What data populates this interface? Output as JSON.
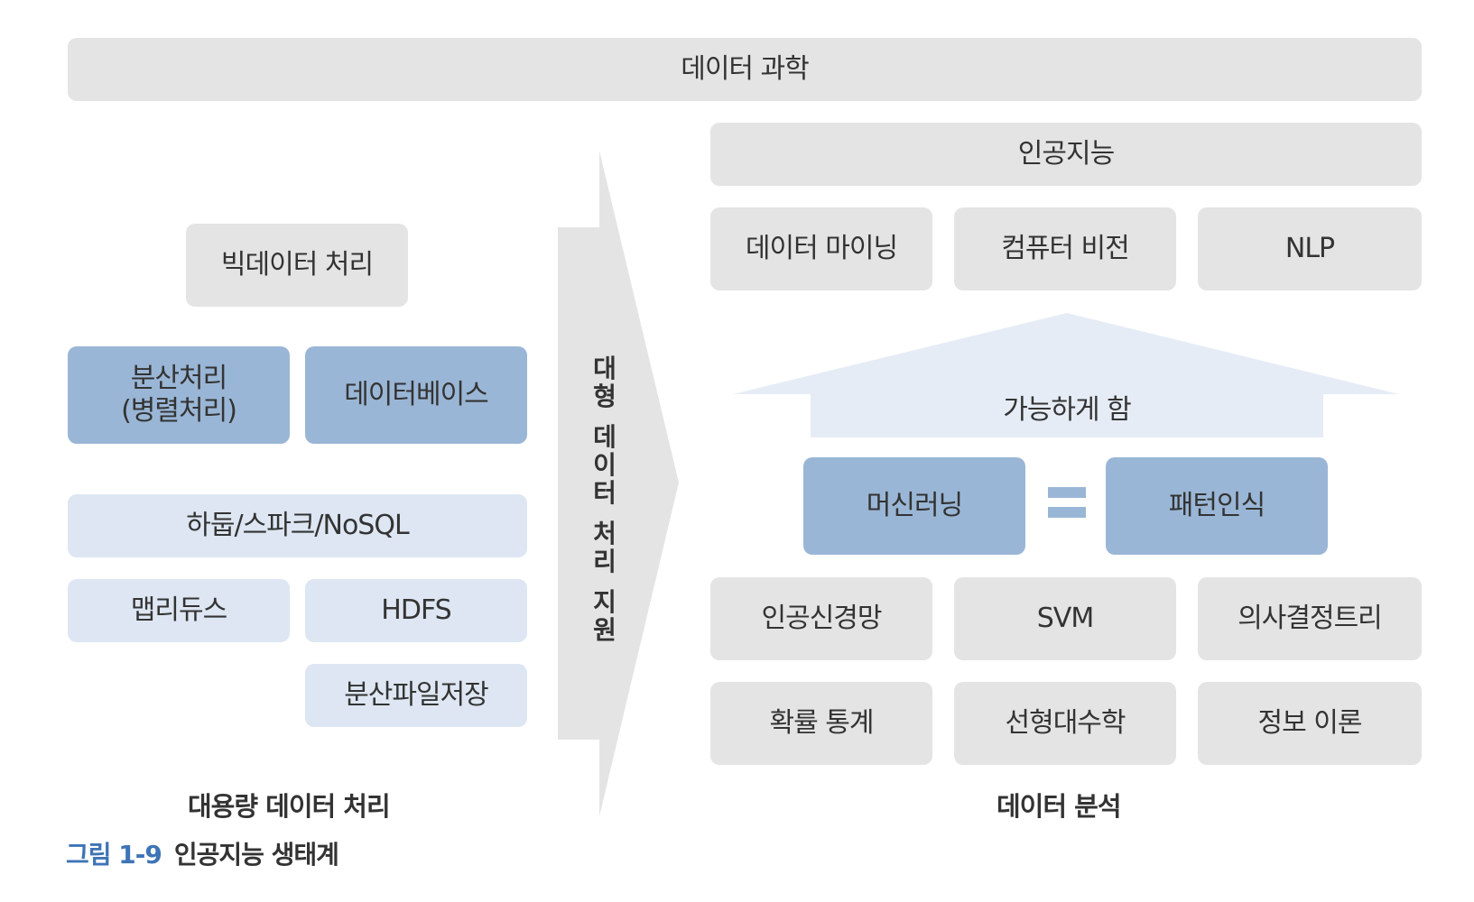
{
  "top_banner": "데이터 과학",
  "left": {
    "bigdata": "빅데이터 처리",
    "distributed": "분산처리\n(병렬처리)",
    "database": "데이터베이스",
    "hadoop": "하둡/스파크/NoSQL",
    "mapreduce": "맵리듀스",
    "hdfs": "HDFS",
    "dfs": "분산파일저장",
    "caption": "대용량 데이터 처리"
  },
  "center_arrow_text": "대형 데이터 처리 지원",
  "right": {
    "ai": "인공지능",
    "datamining": "데이터 마이닝",
    "vision": "컴퓨터 비전",
    "nlp": "NLP",
    "enable": "가능하게 함",
    "ml": "머신러닝",
    "pattern": "패턴인식",
    "ann": "인공신경망",
    "svm": "SVM",
    "tree": "의사결정트리",
    "prob": "확률 통계",
    "linalg": "선형대수학",
    "info": "정보 이론",
    "caption": "데이터 분석"
  },
  "figure": {
    "number": "그림 1-9",
    "title": "인공지능 생태계"
  },
  "colors": {
    "gray_box": "#e4e4e4",
    "blue_box": "#9ab6d6",
    "light_box": "#dde6f2",
    "up_arrow": "#e6ecf6",
    "caption_blue": "#3e74b5"
  }
}
